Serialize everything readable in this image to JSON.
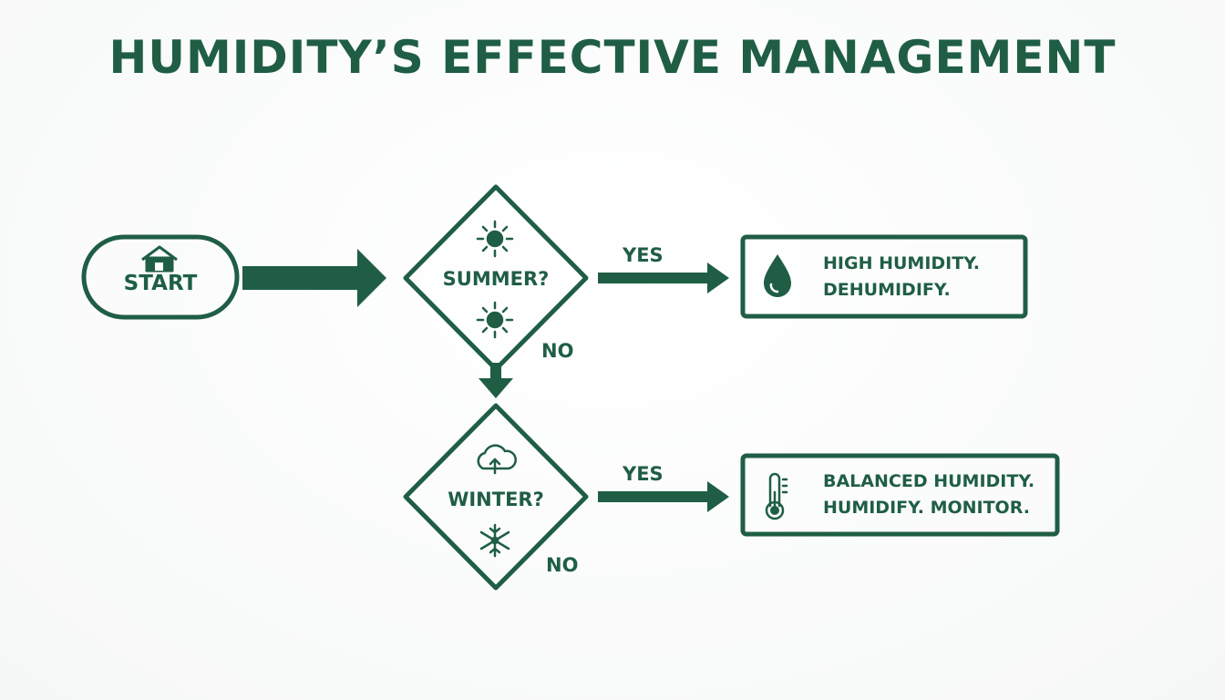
{
  "title": "HUMIDITY’S EFFECTIVE MANAGEMENT",
  "colors": {
    "primary": "#1f5e45",
    "background": "#fbfcfb"
  },
  "nodes": {
    "start": {
      "label": "START",
      "icon": "house-icon"
    },
    "summer": {
      "label": "SUMMER?",
      "icons": [
        "sun-icon",
        "sun-icon"
      ]
    },
    "winter": {
      "label": "WINTER?",
      "icons": [
        "cloud-icon",
        "snowflake-icon"
      ]
    },
    "high_humidity": {
      "lines": [
        "HIGH HUMIDITY.",
        "DEHUMIDIFY."
      ],
      "icon": "water-drop-icon"
    },
    "balanced_humidity": {
      "lines": [
        "BALANCED HUMIDITY.",
        "HUMIDIFY. MONITOR."
      ],
      "icon": "thermometer-icon"
    }
  },
  "edges": {
    "summer_yes": "YES",
    "summer_no": "NO",
    "winter_yes": "YES",
    "winter_no": "NO"
  }
}
